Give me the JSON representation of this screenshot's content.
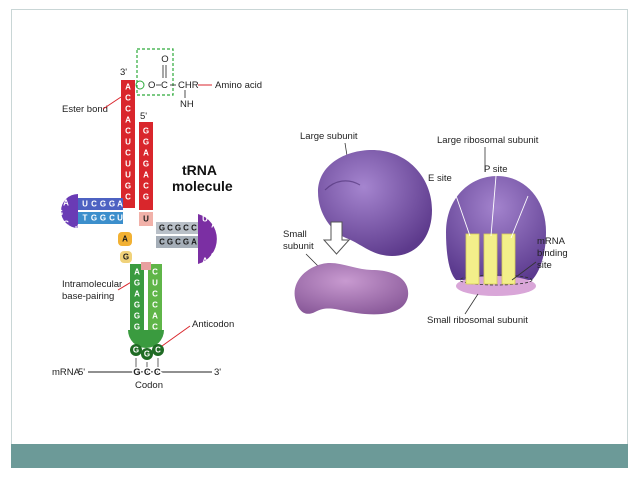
{
  "trna": {
    "title_line1": "tRNA",
    "title_line2": "molecule",
    "end3": "3'",
    "end5": "5'",
    "ester_bond": "Ester bond",
    "amino_acid": "Amino acid",
    "chr": "CHR",
    "carbonyl_o": "O",
    "carbon_c": "C",
    "ester_o": "O",
    "nh3": "NH",
    "intramolecular_l1": "Intramolecular",
    "intramolecular_l2": "base-pairing",
    "anticodon": "Anticodon",
    "mrna": "mRNA",
    "mrna_5": "5'",
    "mrna_3": "3'",
    "codon_bases": "G·C·C",
    "codon": "Codon"
  },
  "ribosome": {
    "large_subunit": "Large subunit",
    "small_subunit_l1": "Small",
    "small_subunit_l2": "subunit",
    "large_ribosomal_subunit": "Large ribosomal subunit",
    "e_site": "E site",
    "p_site": "P site",
    "mrna_binding_l1": "mRNA",
    "mrna_binding_l2": "binding",
    "mrna_binding_l3": "site",
    "small_ribosomal_subunit": "Small ribosomal subunit"
  },
  "colors": {
    "acceptor_stem": "#d9262c",
    "d_arm": "#6a3bb5",
    "tpsi_arm": "#7b2fa3",
    "anticodon_arm": "#3a9b3f",
    "ribosome_purple": "#7d52a8",
    "site_yellow": "#f3ef8a",
    "footer": "#6c9a98"
  }
}
